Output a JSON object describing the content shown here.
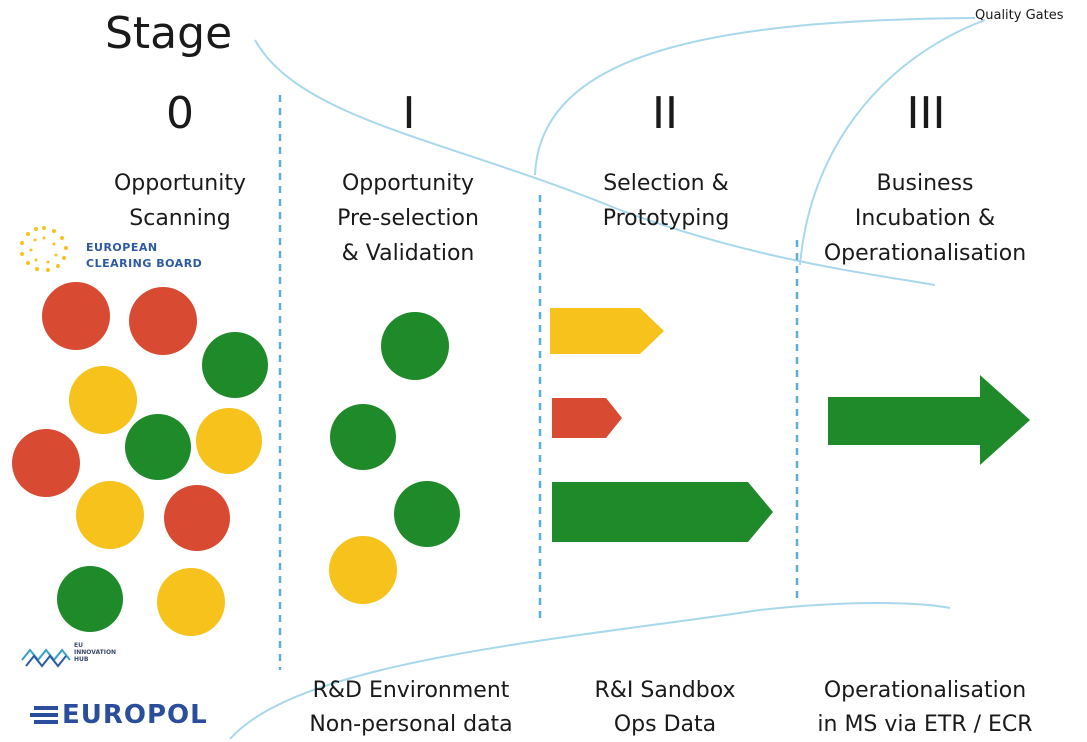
{
  "header": {
    "stage_label": "Stage",
    "quality_gates_label": "Quality Gates"
  },
  "stages": [
    {
      "numeral": "0",
      "title_lines": [
        "Opportunity",
        "Scanning"
      ]
    },
    {
      "numeral": "I",
      "title_lines": [
        "Opportunity",
        "Pre-selection",
        "& Validation"
      ]
    },
    {
      "numeral": "II",
      "title_lines": [
        "Selection &",
        "Prototyping"
      ]
    },
    {
      "numeral": "III",
      "title_lines": [
        "Business",
        "Incubation &",
        "Operationalisation"
      ]
    }
  ],
  "environments": [
    {
      "lines": [
        "R&D Environment",
        "Non-personal data"
      ]
    },
    {
      "lines": [
        "R&I Sandbox",
        "Ops Data"
      ]
    },
    {
      "lines": [
        "Operationalisation",
        "in MS via ETR / ECR"
      ]
    }
  ],
  "logos": {
    "ecb_line1": "EUROPEAN",
    "ecb_line2": "CLEARING BOARD",
    "innovation_hub_line1": "EU",
    "innovation_hub_line2": "INNOVATION",
    "innovation_hub_line3": "HUB",
    "europol": "EUROPOL"
  },
  "colors": {
    "red": "#d94a32",
    "yellow": "#f6c21b",
    "green": "#1e8a2a",
    "divider": "#5ab0d8",
    "curve": "#a8d8ec"
  }
}
